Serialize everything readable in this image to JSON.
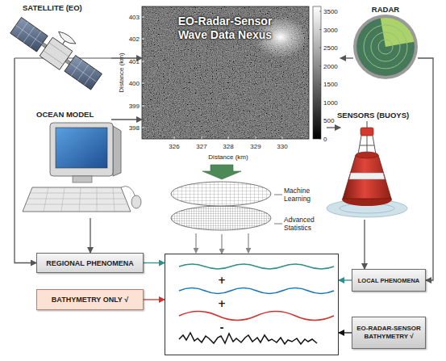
{
  "diagram": {
    "nodes": [
      {
        "text": [
          "SATELLITE (EO)"
        ]
      },
      {
        "text": [
          "EO-Radar-Sensor Wave Data Nexus"
        ]
      },
      {
        "text": [
          "RADAR"
        ]
      },
      {
        "text": [
          "OCEAN MODEL"
        ]
      },
      {
        "text": [
          "SENSORS (BUOYS)"
        ]
      },
      {
        "text": [
          "Machine Learning",
          "Advanced Statistics"
        ]
      },
      {
        "text": [
          "REGIONAL PHENOMENA"
        ]
      },
      {
        "text": [
          "+",
          "+",
          "-"
        ]
      },
      {
        "text": [
          "LOCAL PHENOMENA"
        ]
      },
      {
        "text": [
          "BATHYMETRY ONLY √"
        ]
      },
      {
        "text": [
          "EO-RADAR-SENSOR BATHYMETRY √"
        ]
      }
    ],
    "edges": [
      {
        "from": 0,
        "to": 1,
        "arrow": "to"
      },
      {
        "from": 3,
        "to": 1,
        "arrow": "to"
      },
      {
        "from": 2,
        "to": 1,
        "arrow": "to"
      },
      {
        "from": 4,
        "to": 1,
        "arrow": "to"
      },
      {
        "from": 1,
        "to": 5,
        "arrow": "to"
      },
      {
        "from": 5,
        "to": 7,
        "arrow": "to"
      },
      {
        "from": 0,
        "to": 6,
        "arrow": "to"
      },
      {
        "from": 3,
        "to": 6,
        "arrow": "to"
      },
      {
        "from": 2,
        "to": 8,
        "arrow": "to"
      },
      {
        "from": 4,
        "to": 8,
        "arrow": "to"
      },
      {
        "from": 6,
        "to": 7,
        "arrow": "to"
      },
      {
        "from": 9,
        "to": 7,
        "arrow": "to"
      },
      {
        "from": 8,
        "to": 7,
        "arrow": "to"
      },
      {
        "from": 10,
        "to": 7,
        "arrow": "to"
      }
    ],
    "labels": [
      "Distance (km)",
      "403",
      "402",
      "401",
      "400",
      "399",
      "398",
      "326",
      "327",
      "328",
      "329",
      "330",
      "Distance (km)",
      "3500",
      "3000",
      "2500",
      "2000",
      "1500",
      "1000",
      "500",
      "0"
    ]
  }
}
